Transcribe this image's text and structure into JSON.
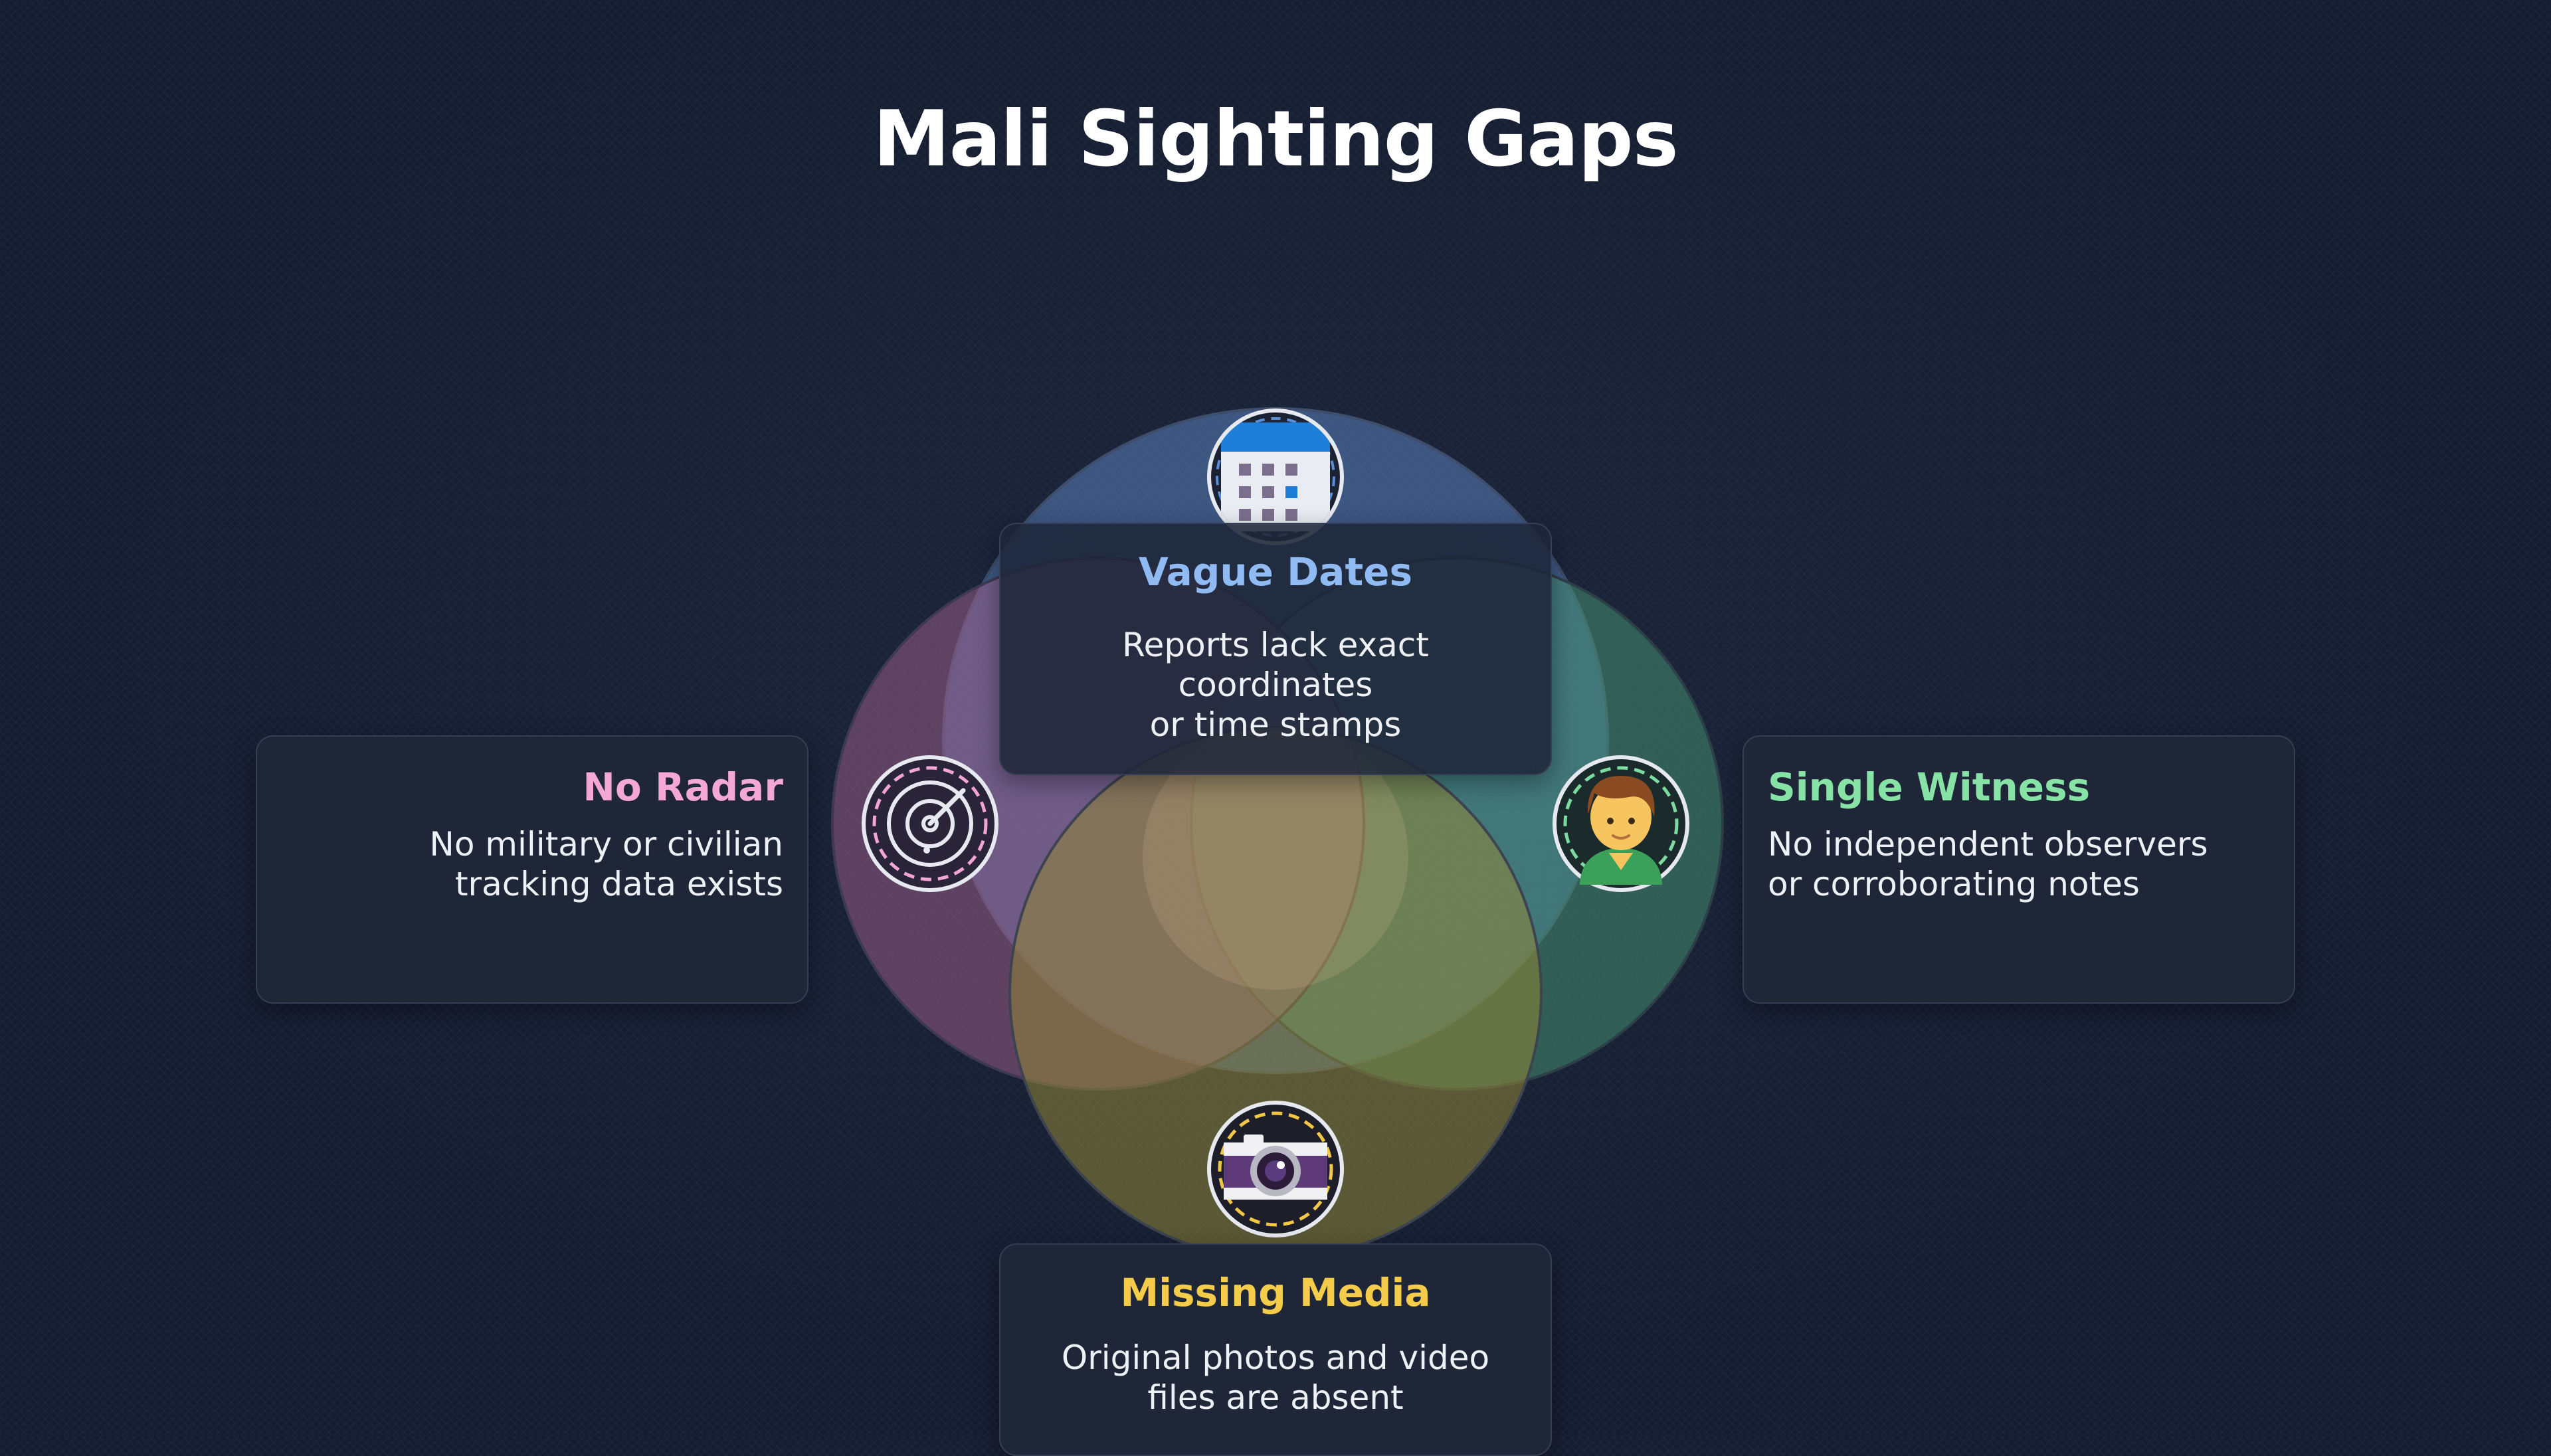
{
  "title": "Mali Sighting Gaps",
  "colors": {
    "background": "#141c2f",
    "card_background": "#1e2638",
    "vague_dates": "#8fbaf2",
    "no_radar": "#f3a7d3",
    "single_witness": "#86e3a5",
    "missing_media": "#f5cc4a"
  },
  "sets": [
    {
      "id": "vague_dates",
      "title": "Vague Dates",
      "text": "Reports lack exact coordinates\nor time stamps",
      "icon": "calendar-icon"
    },
    {
      "id": "no_radar",
      "title": "No Radar",
      "text": "No military or civilian\ntracking data exists",
      "icon": "radar-icon"
    },
    {
      "id": "single_witness",
      "title": "Single Witness",
      "text": "No independent observers\nor corroborating notes",
      "icon": "person-icon"
    },
    {
      "id": "missing_media",
      "title": "Missing Media",
      "text": "Original photos and video\nfiles are absent",
      "icon": "camera-icon"
    }
  ]
}
